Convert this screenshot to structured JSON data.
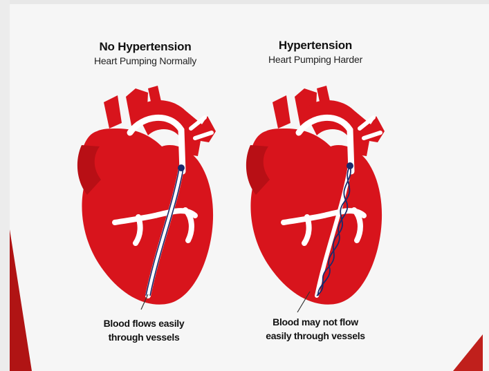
{
  "panels": [
    {
      "title": "No Hypertension",
      "subtitle": "Heart Pumping Normally",
      "caption_line1": "Blood flows easily",
      "caption_line2": "through vessels",
      "vessel_state": "straight"
    },
    {
      "title": "Hypertension",
      "subtitle": "Heart Pumping Harder",
      "caption_line1": "Blood may not flow",
      "caption_line2": "easily through vessels",
      "vessel_state": "twisted"
    }
  ],
  "colors": {
    "heart": "#d8141c",
    "heart_dark": "#b80f15",
    "vessel_outline": "#ffffff",
    "vessel_line": "#1a2a6c",
    "background": "#f6f6f6",
    "corner_accent": "#b01414"
  }
}
